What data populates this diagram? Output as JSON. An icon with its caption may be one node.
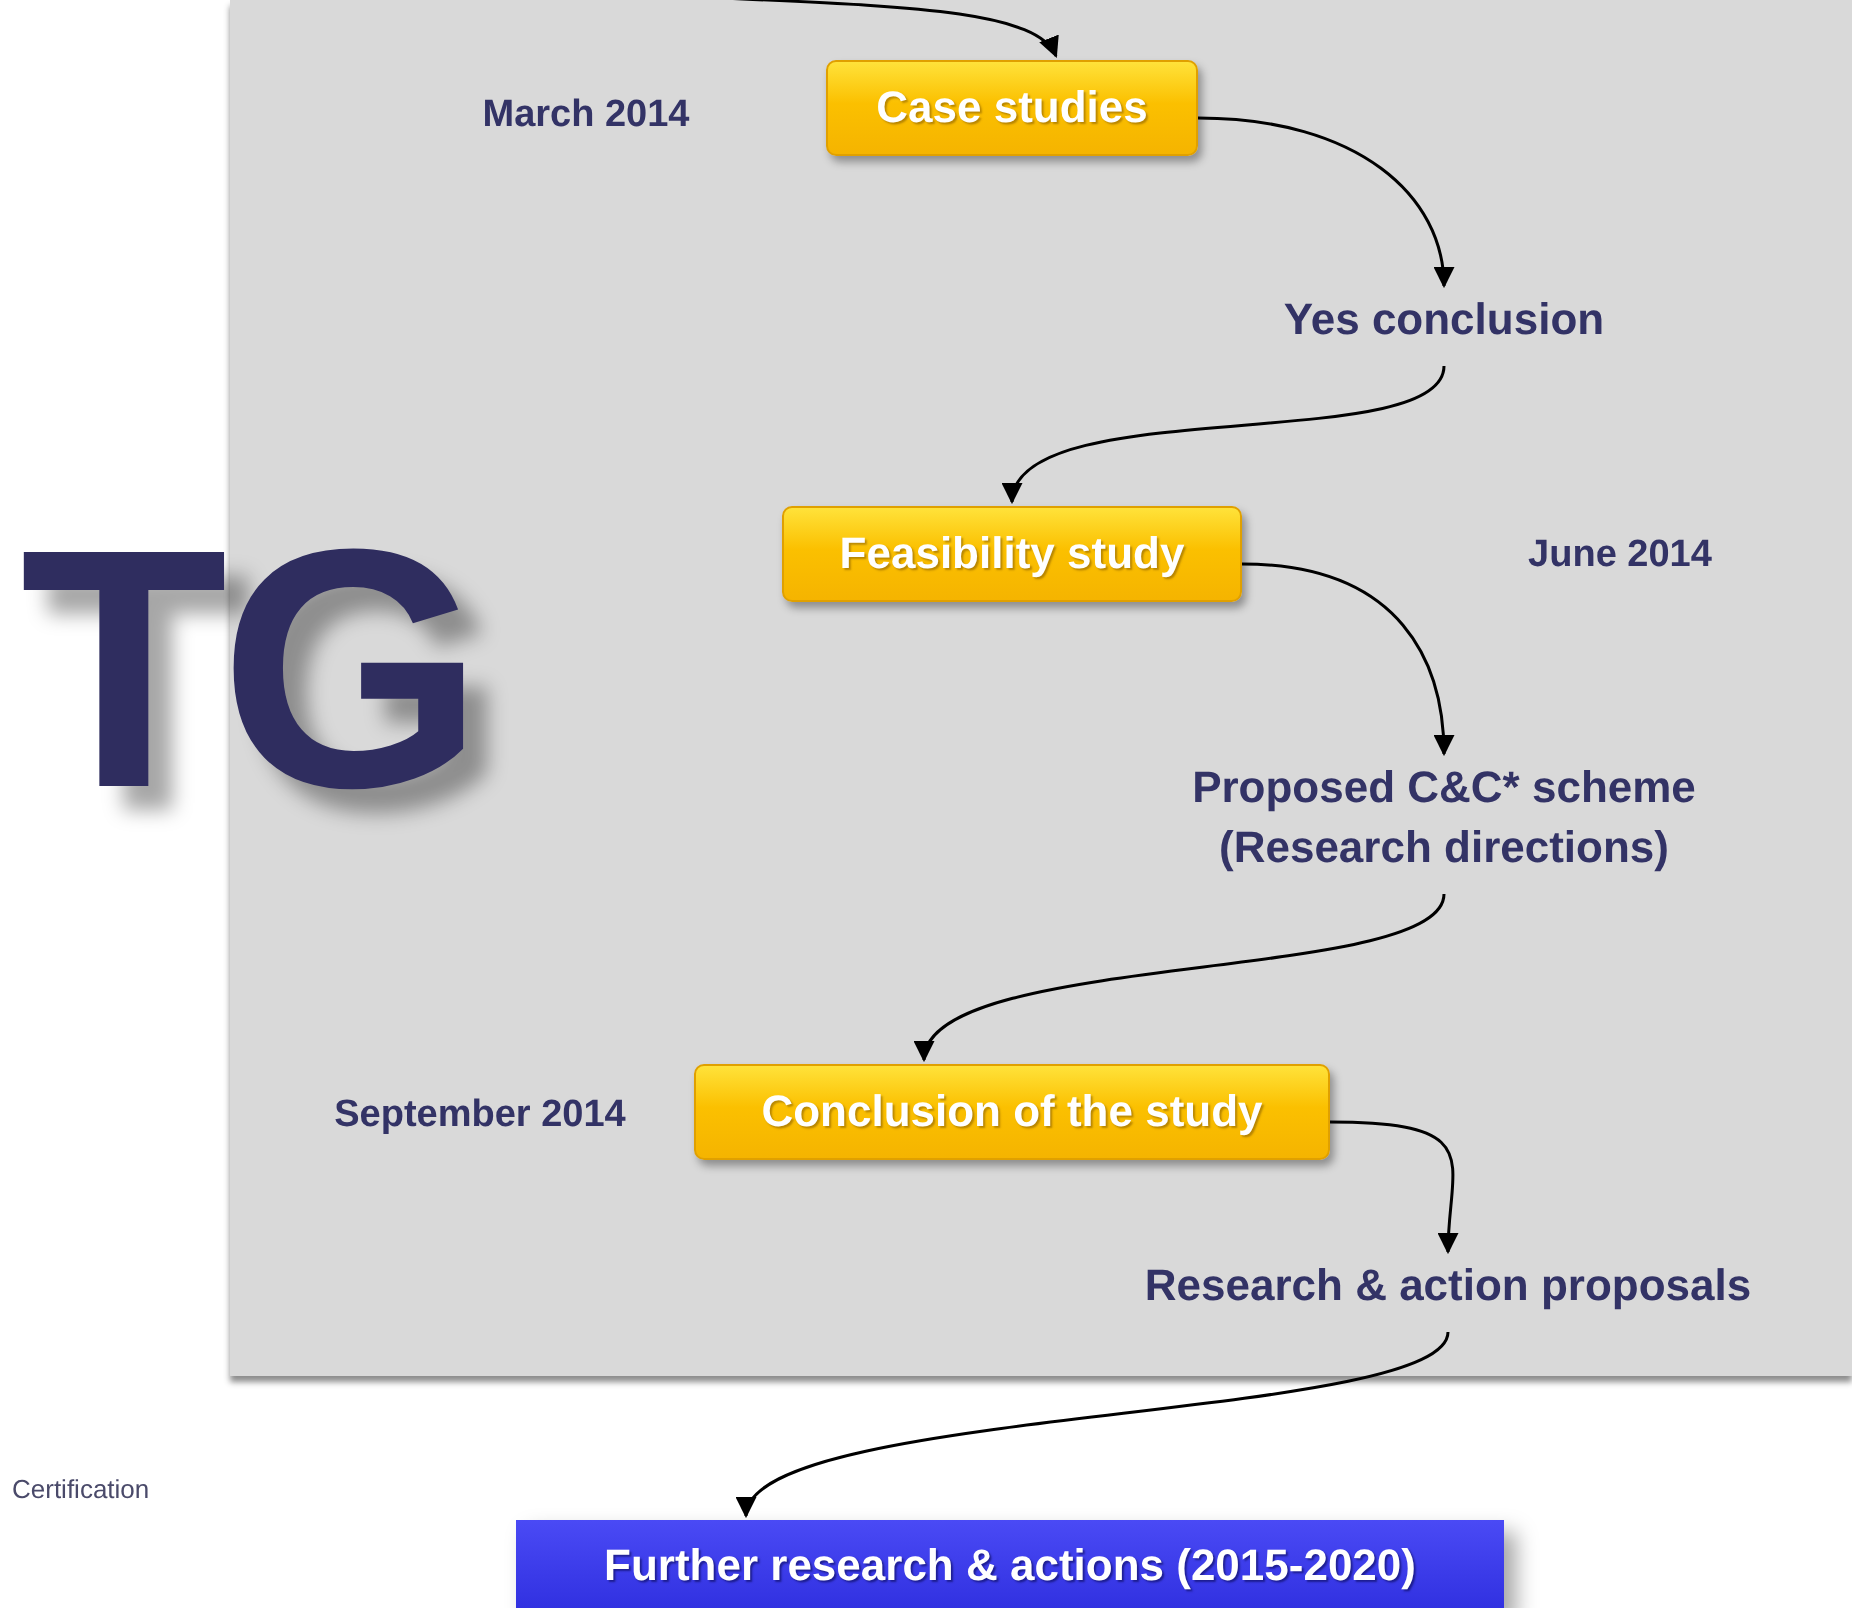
{
  "diagram": {
    "nodes": [
      {
        "text": [
          "Case studies"
        ],
        "beside": [
          "March 2014"
        ]
      },
      {
        "text": [
          "Yes conclusion"
        ]
      },
      {
        "text": [
          "Feasibility study"
        ]
      },
      {
        "text": [
          "Proposed C&C* scheme (Research directions)"
        ]
      },
      {
        "text": [
          "Conclusion of the study"
        ],
        "beside": [
          "September 2014"
        ]
      },
      {
        "text": [
          "Research & action proposals"
        ]
      },
      {
        "text": [
          "Further research & actions (2015-2020)"
        ]
      }
    ],
    "edges": [
      {
        "from": null,
        "to": 0,
        "arrow": "to"
      },
      {
        "from": 0,
        "to": 1,
        "arrow": "to"
      },
      {
        "from": 1,
        "to": 2,
        "arrow": "to"
      },
      {
        "from": 2,
        "to": 3,
        "arrow": "to"
      },
      {
        "from": 3,
        "to": 4,
        "arrow": "to"
      },
      {
        "from": 4,
        "to": 5,
        "arrow": "to"
      },
      {
        "from": 5,
        "to": 6,
        "arrow": "to"
      }
    ],
    "labels": [
      "June 2014",
      "TG",
      "Certification"
    ]
  }
}
